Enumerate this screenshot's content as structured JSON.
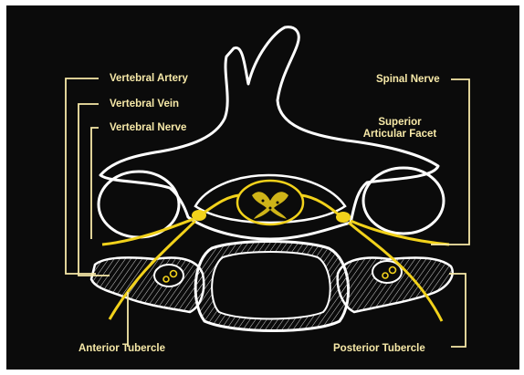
{
  "labels": {
    "vertebral_artery": "Vertebral Artery",
    "vertebral_vein": "Vertebral Vein",
    "vertebral_nerve": "Vertebral Nerve",
    "spinal_nerve": "Spinal Nerve",
    "superior_articular_facet_line1": "Superior",
    "superior_articular_facet_line2": "Articular Facet",
    "anterior_tubercle": "Anterior Tubercle",
    "posterior_tubercle": "Posterior Tubercle"
  },
  "colors": {
    "background": "#0b0b0b",
    "bone_outline": "#ffffff",
    "nerve": "#f2d21b",
    "label_text": "#f7e9a8"
  }
}
